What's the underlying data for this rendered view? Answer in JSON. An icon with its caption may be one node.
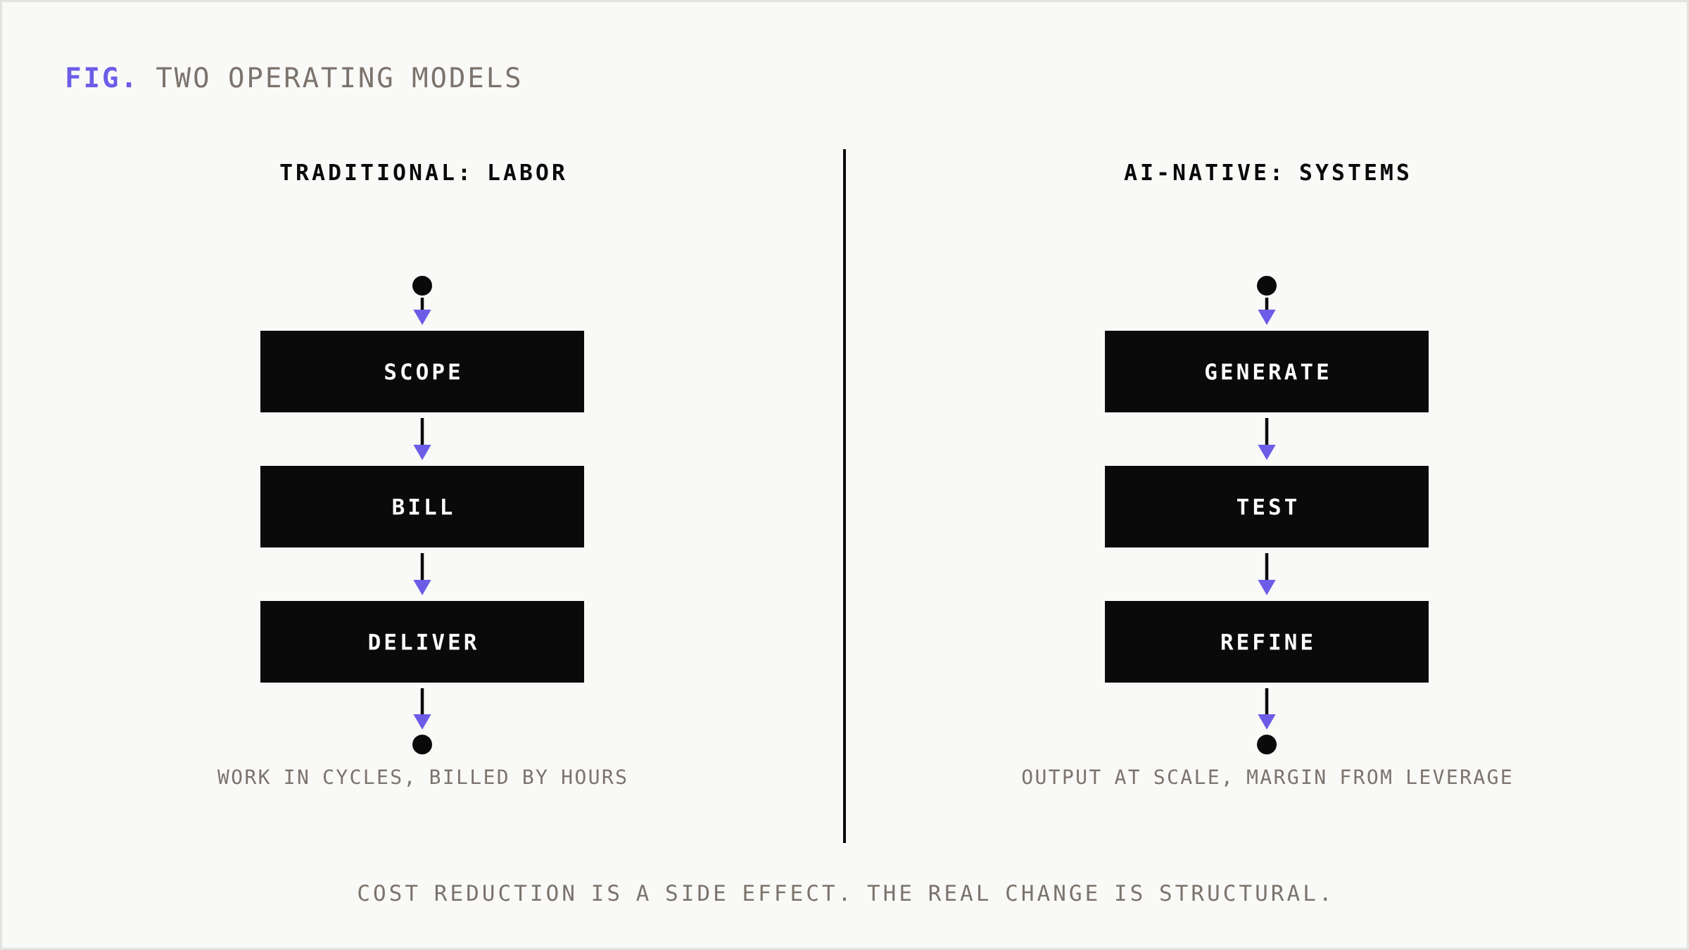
{
  "diagram": {
    "title": "**FIG.** TWO OPERATING MODELS",
    "nodes": [
      {
        "text": [],
        "shape": "circle"
      },
      {
        "text": [
          "SCOPE"
        ]
      },
      {
        "text": [
          "BILL"
        ]
      },
      {
        "text": [
          "DELIVER"
        ]
      },
      {
        "text": [],
        "shape": "circle"
      },
      {
        "text": [],
        "shape": "circle"
      },
      {
        "text": [
          "GENERATE"
        ]
      },
      {
        "text": [
          "TEST"
        ]
      },
      {
        "text": [
          "REFINE"
        ]
      },
      {
        "text": [],
        "shape": "circle"
      }
    ],
    "edges": [
      {
        "from": 0,
        "to": 1,
        "arrow": "to"
      },
      {
        "from": 1,
        "to": 2,
        "arrow": "to"
      },
      {
        "from": 2,
        "to": 3,
        "arrow": "to"
      },
      {
        "from": 3,
        "to": 4,
        "arrow": "to"
      },
      {
        "from": 5,
        "to": 6,
        "arrow": "to"
      },
      {
        "from": 6,
        "to": 7,
        "arrow": "to"
      },
      {
        "from": 7,
        "to": 8,
        "arrow": "to"
      },
      {
        "from": 8,
        "to": 9,
        "arrow": "to"
      }
    ],
    "labels": [
      "TRADITIONAL: LABOR",
      "AI-NATIVE: SYSTEMS",
      "WORK IN CYCLES, BILLED BY HOURS",
      "OUTPUT AT SCALE, MARGIN FROM LEVERAGE"
    ],
    "caption": "COST REDUCTION IS A SIDE EFFECT. THE REAL CHANGE IS STRUCTURAL."
  }
}
